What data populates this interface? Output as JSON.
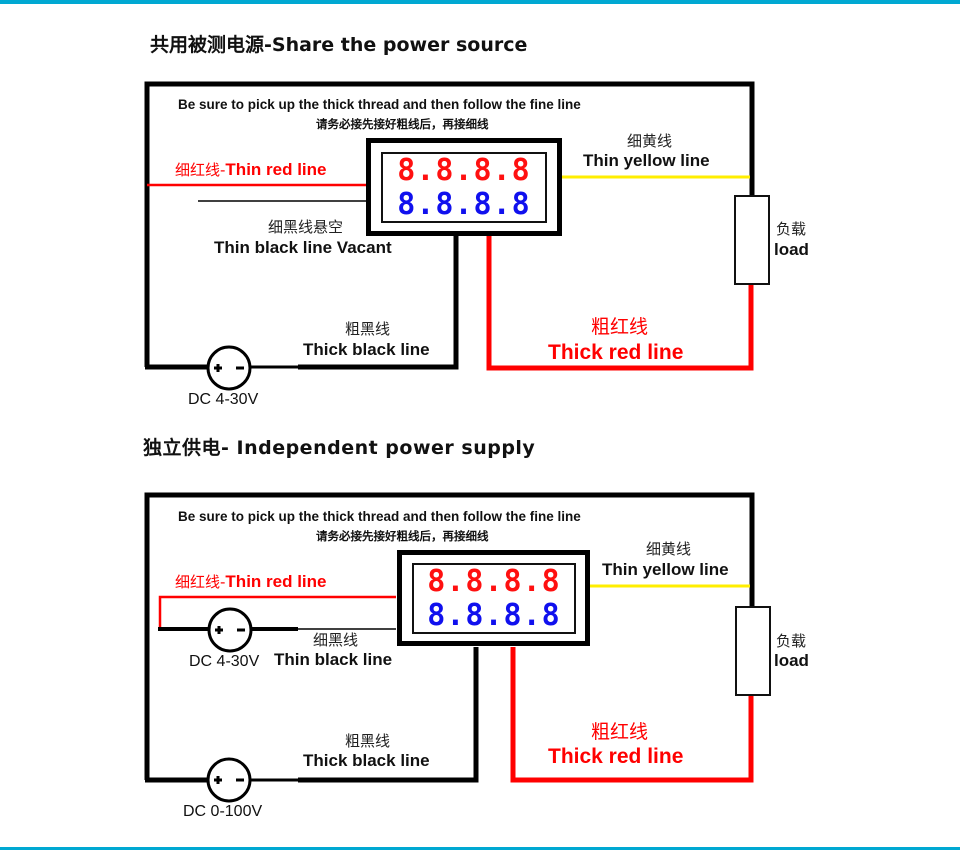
{
  "colors": {
    "accent_bar": "#00a8d2",
    "thin_red": "#ff0000",
    "thin_yellow": "#ffee00",
    "thick_red": "#ff0000",
    "thick_black": "#000000",
    "display_top": "#ff1010",
    "display_bottom": "#1010ee"
  },
  "shared": {
    "title": "共用被测电源-Share the power source",
    "note_en": "Be sure to pick up the thick thread and then follow the fine line",
    "note_cn": "请务必接先接好粗线后，再接细线",
    "thin_red_cn": "细红线-",
    "thin_red_en": "Thin red line",
    "thin_yellow_cn": "细黄线",
    "thin_yellow_en": "Thin yellow line",
    "thin_black_cn": "细黑线悬空",
    "thin_black_en": "Thin black line Vacant",
    "thick_black_cn": "粗黑线",
    "thick_black_en": "Thick black line",
    "thick_red_cn": "粗红线",
    "thick_red_en": "Thick red line",
    "load_cn": "负载",
    "load_en": "load",
    "source_label": "DC 4-30V",
    "display_top": "8.8.8.8",
    "display_bottom": "8.8.8.8"
  },
  "independent": {
    "title": "独立供电-  Independent  power  supply",
    "note_en": "Be sure to pick up the thick thread and then follow the fine line",
    "note_cn": "请务必接先接好粗线后，再接细线",
    "thin_red_cn": "细红线-",
    "thin_red_en": "Thin red line",
    "thin_yellow_cn": "细黄线",
    "thin_yellow_en": "Thin yellow line",
    "thin_black_cn": "细黑线",
    "thin_black_en": "Thin black line",
    "thick_black_cn": "粗黑线",
    "thick_black_en": "Thick black line",
    "thick_red_cn": "粗红线",
    "thick_red_en": "Thick red line",
    "load_cn": "负载",
    "load_en": "load",
    "aux_source_label": "DC 4-30V",
    "source_label": "DC 0-100V",
    "display_top": "8.8.8.8",
    "display_bottom": "8.8.8.8"
  }
}
